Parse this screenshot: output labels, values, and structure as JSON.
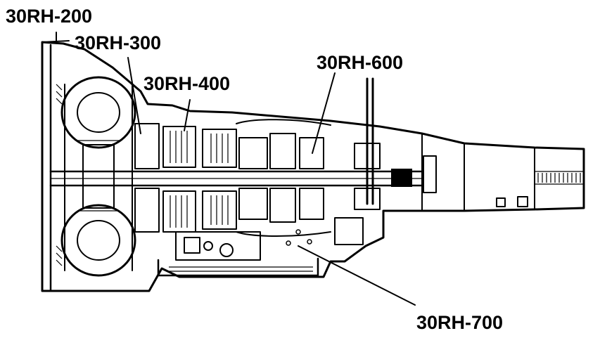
{
  "diagram": {
    "callouts": [
      {
        "id": "c200",
        "label": "30RH-200"
      },
      {
        "id": "c300",
        "label": "30RH-300"
      },
      {
        "id": "c400",
        "label": "30RH-400"
      },
      {
        "id": "c600",
        "label": "30RH-600"
      },
      {
        "id": "c700",
        "label": "30RH-700"
      }
    ]
  },
  "colors": {
    "ink": "#000000",
    "paper": "#ffffff"
  }
}
